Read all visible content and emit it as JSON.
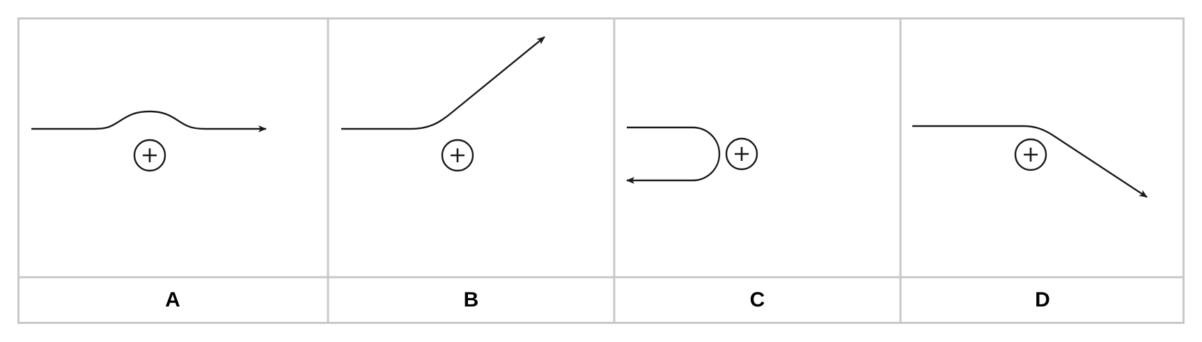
{
  "options": [
    {
      "label": "A"
    },
    {
      "label": "B"
    },
    {
      "label": "C"
    },
    {
      "label": "D"
    }
  ],
  "colors": {
    "grid_border": "#c8c8c8",
    "stroke": "#1a1a1a",
    "background": "#ffffff"
  },
  "icons": {
    "charge": "positive-charge-icon"
  }
}
